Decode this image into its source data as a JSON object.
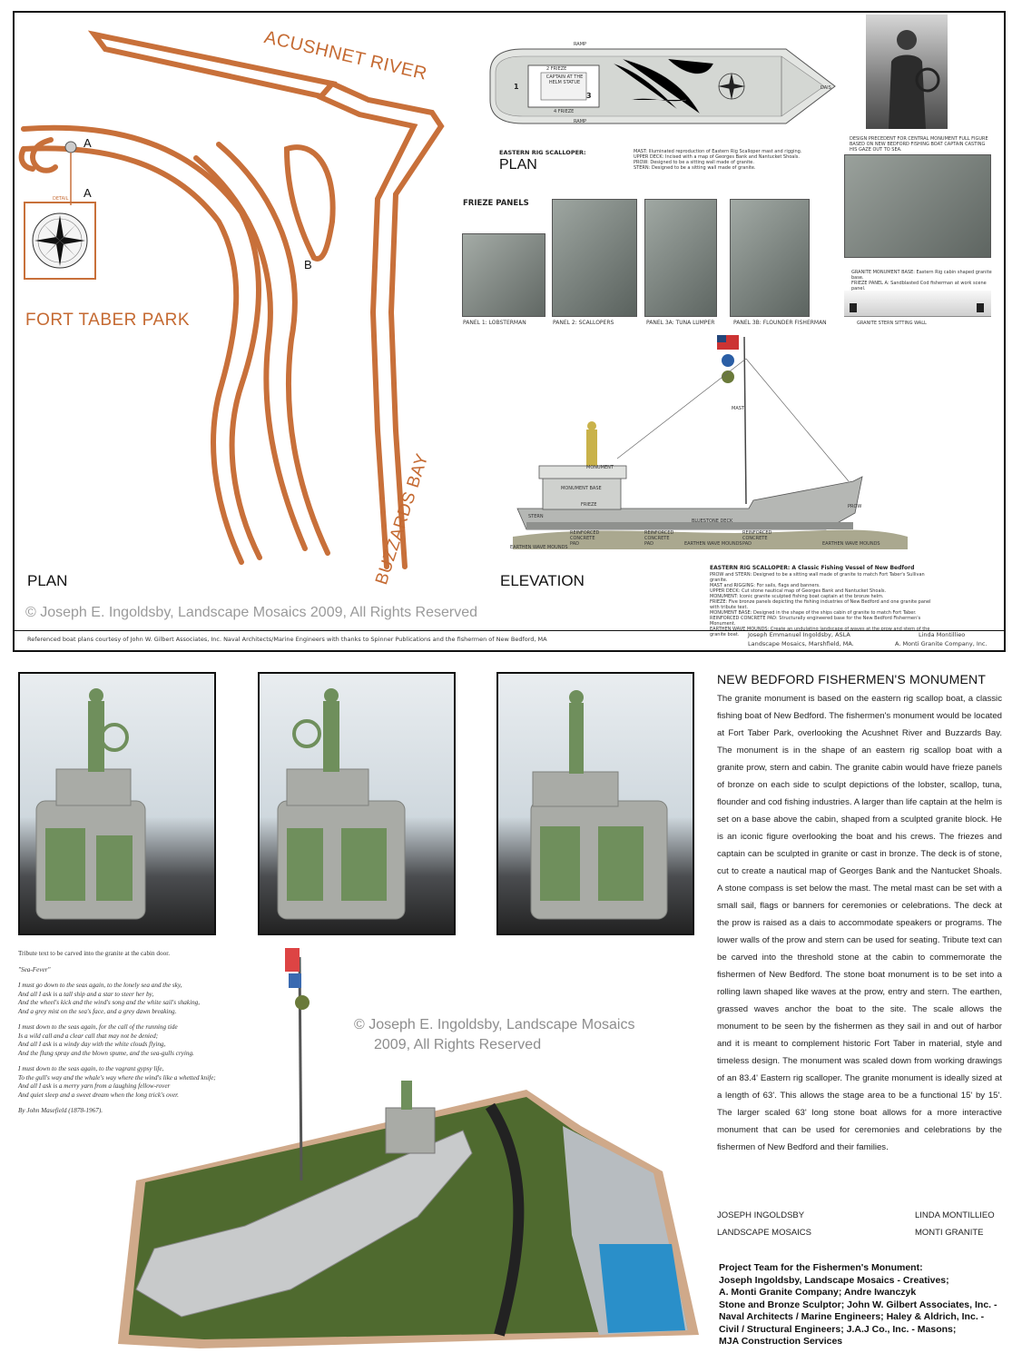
{
  "site_plan": {
    "river_label": "ACUSHNET RIVER",
    "bay_label": "BUZZARDS BAY",
    "park_label": "FORT TABER PARK",
    "marker_a1": "A",
    "marker_a2": "A",
    "marker_b": "B",
    "detail_label": "DETAIL",
    "plan_label": "PLAN",
    "copyright": "© Joseph E. Ingoldsby, Landscape Mosaics    2009, All Rights Reserved",
    "credit": "Referenced boat plans courtesy of John W. Gilbert Associates, Inc. Naval Architects/Marine Engineers with thanks to Spinner Publications and the fishermen of New Bedford, MA"
  },
  "boat_plan": {
    "ramp_top": "RAMP",
    "ramp_bottom": "RAMP",
    "frieze_label": "2 FRIEZE",
    "captain_label": "CAPTAIN AT THE HELM STATUE",
    "num1": "1",
    "num3": "3",
    "num4": "4 FRIEZE",
    "dais": "DAIS",
    "title": "EASTERN RIG SCALLOPER:",
    "plan_word": "PLAN",
    "notes": [
      "MAST: Illuminated reproduction of Eastern Rig Scalloper mast and rigging.",
      "UPPER DECK: Incised with a map of Georges Bank and Nantucket Shoals.",
      "PROW: Designed to be a sitting wall made of granite.",
      "STERN: Designed to be a sitting wall made of granite."
    ]
  },
  "precedent": {
    "caption": "DESIGN PRECEDENT FOR CENTRAL MONUMENT FULL FIGURE BASED ON NEW BEDFORD FISHING BOAT CAPTAIN CASTING HIS GAZE OUT TO SEA.",
    "base_note_1": "GRANITE MONUMENT BASE: Eastern Rig cabin shaped granite base.",
    "base_note_2": "FRIEZE PANEL A: Sandblasted Cod fisherman at work scene panel.",
    "wall_label": "GRANITE STERN SITTING WALL"
  },
  "frieze": {
    "heading": "FRIEZE PANELS",
    "panels": [
      "PANEL 1: LOBSTERMAN",
      "PANEL 2: SCALLOPERS",
      "PANEL 3A: TUNA LUMPER",
      "PANEL 3B: FLOUNDER FISHERMAN"
    ]
  },
  "elevation": {
    "mast": "MAST",
    "monument": "MONUMENT",
    "monument_base": "MONUMENT BASE",
    "frieze": "FRIEZE",
    "stern": "STERN",
    "prow": "PROW",
    "bluestone": "BLUESTONE DECK",
    "pad1": "REINFORCED CONCRETE PAD",
    "pad2": "REINFORCED CONCRETE PAD",
    "pad3": "REINFORCED CONCRETE PAD",
    "mounds1": "EARTHEN WAVE MOUNDS",
    "mounds2": "EARTHEN WAVE MOUNDS",
    "mounds3": "EARTHEN WAVE MOUNDS",
    "label": "ELEVATION"
  },
  "legend": {
    "title": "EASTERN RIG SCALLOPER:  A Classic Fishing Vessel of New Bedford",
    "lines": [
      "PROW and STERN: Designed to be a sitting wall made of granite to match Fort Taber's Sullivan granite.",
      "MAST and RIGGING: For sails, flags and banners.",
      "UPPER DECK: Cut stone nautical map of Georges Bank and Nantucket Shoals.",
      "MONUMENT: Iconic granite sculpted fishing boat captain at the bronze helm.",
      "FRIEZE: Five bronze panels depicting the fishing industries of New Bedford and one granite panel with tribute text.",
      "MONUMENT BASE: Designed in the shape of the ships cabin of granite to match Fort Taber.",
      "REINFORCED CONCRETE PAD: Structurally engineered base for the New Bedford Fishermen's Monument.",
      "EARTHEN WAVE MOUNDS: Create an undulating landscape of waves at the prow and stern of the granite boat."
    ]
  },
  "credits_block": {
    "name1": "Joseph Emmanuel Ingoldsby, ASLA",
    "org1": "Landscape Mosaics, Marshfield, MA.",
    "name2": "Linda Montillieo",
    "org2": "A. Monti Granite Company, Inc."
  },
  "article": {
    "title": "NEW BEDFORD FISHERMEN'S MONUMENT",
    "body": "The granite monument is based on the eastern rig scallop boat, a classic fishing boat of New Bedford. The fishermen's monument would be located at Fort Taber Park, overlooking the Acushnet River and Buzzards Bay. The monument is in the shape of an eastern rig scallop boat with a granite prow, stern and cabin. The granite cabin would have frieze panels of bronze on each side to sculpt depictions of the lobster, scallop, tuna, flounder and cod fishing industries. A larger than life captain at the helm is set on a base above the cabin, shaped from a sculpted granite block. He is an iconic figure overlooking the boat and his crews. The friezes and captain can be sculpted in granite or cast in bronze. The deck is of stone, cut to create a nautical map of Georges Bank and the Nantucket Shoals. A stone compass is set below the mast. The metal mast can be set with a small sail, flags or banners for ceremonies or celebrations. The deck at the prow is raised as a dais to accommodate speakers or programs. The lower walls of the prow and stern can be used for seating. Tribute text can be carved into the threshold stone at the cabin to commemorate the fishermen of New Bedford. The stone boat monument is to be set into a rolling lawn shaped like waves at the prow, entry and stern. The earthen, grassed waves anchor the boat to the site. The scale allows the monument to be seen by the fishermen as they sail in and out of harbor and it is meant to complement historic Fort Taber in material, style and timeless design. The monument was scaled down from working drawings of an 83.4' Eastern rig scalloper. The granite monument is ideally sized at a length of 63'. This allows the stage area to be a functional 15' by 15'. The larger scaled 63' long stone boat allows for a more interactive monument that can be used for ceremonies and celebrations by the fishermen of New Bedford and their families.",
    "sig_left_1": "JOSEPH INGOLDSBY",
    "sig_left_2": "LANDSCAPE MOSAICS",
    "sig_right_1": "LINDA MONTILLIEO",
    "sig_right_2": "MONTI GRANITE"
  },
  "team": {
    "lines": [
      "Project Team for the Fishermen's Monument:",
      "Joseph Ingoldsby, Landscape Mosaics - Creatives;",
      "A. Monti Granite Company; Andre Iwanczyk",
      "Stone and Bronze Sculptor; John W. Gilbert Associates, Inc. -",
      "Naval Architects / Marine Engineers; Haley & Aldrich, Inc. -",
      "Civil / Structural Engineers; J.A.J Co., Inc. - Masons;",
      "MJA Construction Services"
    ]
  },
  "poem": {
    "intro": "Tribute text to be carved into the granite at the cabin door.",
    "title": "\"Sea-Fever\"",
    "stanza1": [
      "I must go down to the seas again, to the lonely sea and the sky,",
      "And all I ask is a tall ship and a star to steer her by,",
      "And the wheel's kick and the wind's song and the white sail's shaking,",
      "And a grey mist on the sea's face, and a grey dawn breaking."
    ],
    "stanza2": [
      "I must down to the seas again, for the call of the running tide",
      "Is a wild call and a clear call that may not be denied;",
      "And all I ask is a windy day with the white clouds flying,",
      "And the flung spray and the blown spume, and the sea-gulls crying."
    ],
    "stanza3": [
      "I must down to the seas again, to the vagrant gypsy life,",
      "To the gull's way and the whale's way where the wind's like a whetted knife;",
      "And all I ask is a merry yarn from a laughing fellow-rover",
      "And quiet sleep and a sweet dream when the long trick's over."
    ],
    "author": "By John Masefield (1878-1967)."
  },
  "model_copyright": {
    "line1": "© Joseph E. Ingoldsby, Landscape Mosaics",
    "line2": "2009, All Rights Reserved"
  },
  "colors": {
    "path_orange": "#c8703a",
    "model_green": "#6f8f5c",
    "granite": "#a9aba6"
  }
}
